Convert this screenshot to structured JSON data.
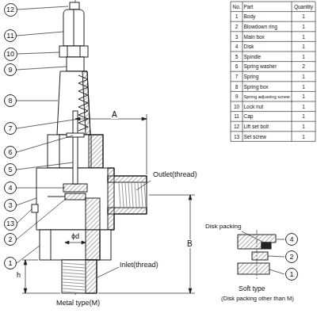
{
  "diagram": {
    "nodes": [
      {
        "text": [
          "12"
        ]
      },
      {
        "text": [
          "11"
        ]
      },
      {
        "text": [
          "10"
        ]
      },
      {
        "text": [
          "9"
        ]
      },
      {
        "text": [
          "8"
        ]
      },
      {
        "text": [
          "7"
        ]
      },
      {
        "text": [
          "6"
        ]
      },
      {
        "text": [
          "5"
        ]
      },
      {
        "text": [
          "4"
        ]
      },
      {
        "text": [
          "3"
        ]
      },
      {
        "text": [
          "13"
        ]
      },
      {
        "text": [
          "2"
        ]
      },
      {
        "text": [
          "1"
        ]
      },
      {
        "text": [
          "4"
        ]
      },
      {
        "text": [
          "2"
        ]
      },
      {
        "text": [
          "1"
        ]
      }
    ],
    "labels": [
      "No.",
      "Part",
      "Quantity",
      "1",
      "Body",
      "1",
      "2",
      "Blowdown ring",
      "1",
      "3",
      "Main box",
      "1",
      "4",
      "Disk",
      "1",
      "5",
      "Spindle",
      "1",
      "6",
      "Spring washer",
      "2",
      "7",
      "Spring",
      "1",
      "8",
      "Spring box",
      "1",
      "9",
      "Spring adjusting screw",
      "1",
      "10",
      "Lock nut",
      "1",
      "11",
      "Cap",
      "1",
      "12",
      "Lift set bolt",
      "1",
      "13",
      "Set screw",
      "1",
      "A",
      "Outlet(thread)",
      "B",
      "ϕd",
      "h",
      "Inlet(thread)",
      "Metal type(M)",
      "Disk packing",
      "Soft type",
      "(Disk packing other than M)"
    ]
  }
}
